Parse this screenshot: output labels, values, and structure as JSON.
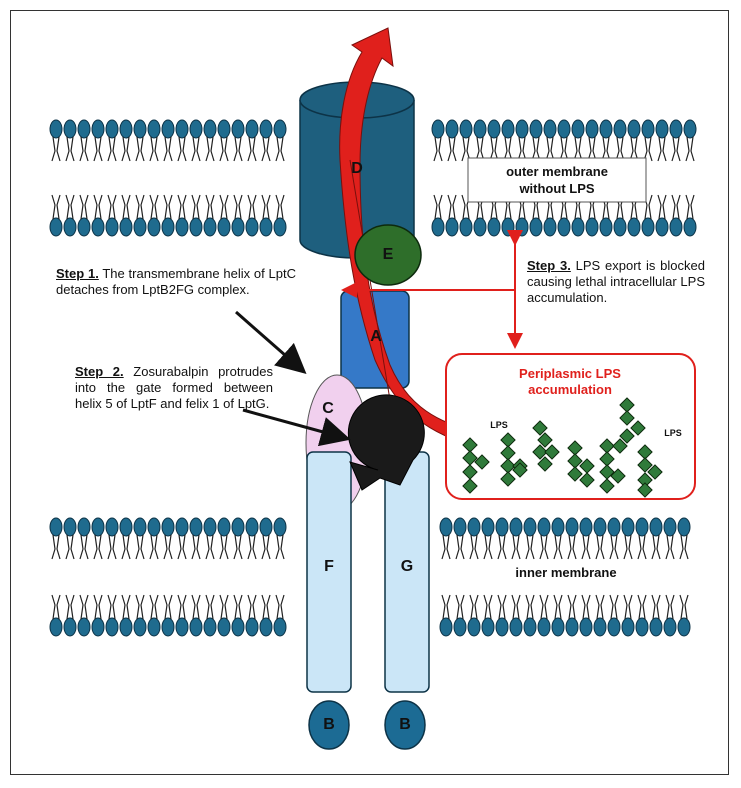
{
  "membranes": {
    "outer_label_line1": "outer membrane",
    "outer_label_line2": "without LPS",
    "inner_label": "inner membrane"
  },
  "proteins": {
    "D": "D",
    "E": "E",
    "A": "A",
    "C": "C",
    "F": "F",
    "G": "G",
    "B1": "B",
    "B2": "B"
  },
  "steps": {
    "step1_label": "Step 1.",
    "step1_text": " The transmembrane helix of LptC detaches from LptB2FG complex.",
    "step2_label": "Step 2.",
    "step2_text": " Zosurabalpin protrudes into the gate formed between helix 5 of LptF and felix 1 of LptG.",
    "step3_label": "Step 3.",
    "step3_text": " LPS export is blocked causing lethal intracellular LPS accumulation."
  },
  "periplasm": {
    "title_line1": "Periplasmic LPS",
    "title_line2": "accumulation",
    "lps_left": "LPS",
    "lps_right": "LPS"
  },
  "colors": {
    "lipid": "#1f6b8e",
    "barrel_D": "#1e5f7e",
    "E": "#2e6e2a",
    "A": "#3579c8",
    "C": "#f1d0ee",
    "FG": "#cbe6f7",
    "B": "#1c6b94",
    "arrow_red": "#e0201c",
    "lps_diamond": "#2f7a3a",
    "inhibitor": "#1a1a1a"
  }
}
